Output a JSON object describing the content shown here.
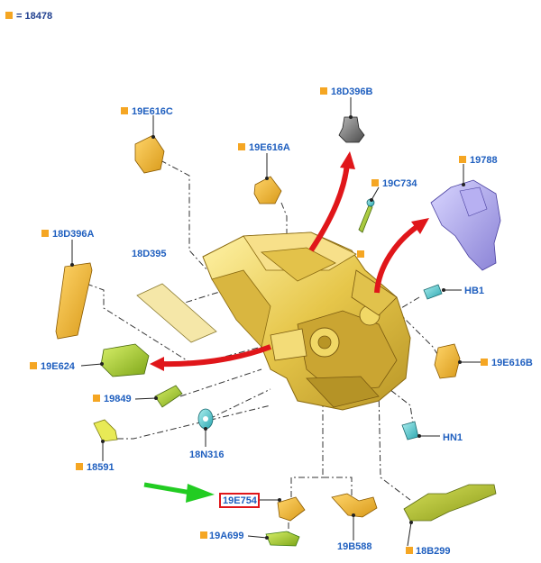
{
  "legend": {
    "marker_color": "#f5a623",
    "text": "= 18478"
  },
  "colors": {
    "label": "#1f5fbf",
    "part_yellow": "#e8c84a",
    "arrow_red": "#e0161a",
    "arrow_green": "#22cc22",
    "highlight_box": "#e0161a"
  },
  "callouts": [
    {
      "id": "18D396B",
      "label": "18D396B",
      "marked": true
    },
    {
      "id": "19E616C",
      "label": "19E616C",
      "marked": true
    },
    {
      "id": "19E616A",
      "label": "19E616A",
      "marked": true
    },
    {
      "id": "19C734",
      "label": "19C734",
      "marked": true
    },
    {
      "id": "19788",
      "label": "19788",
      "marked": true
    },
    {
      "id": "18D396A",
      "label": "18D396A",
      "marked": true
    },
    {
      "id": "18D395",
      "label": "18D395",
      "marked": false
    },
    {
      "id": "HB1",
      "label": "HB1",
      "marked": false
    },
    {
      "id": "19E624",
      "label": "19E624",
      "marked": true
    },
    {
      "id": "19E616B",
      "label": "19E616B",
      "marked": true
    },
    {
      "id": "19849",
      "label": "19849",
      "marked": true
    },
    {
      "id": "18N316",
      "label": "18N316",
      "marked": false
    },
    {
      "id": "HN1",
      "label": "HN1",
      "marked": false
    },
    {
      "id": "18591",
      "label": "18591",
      "marked": true
    },
    {
      "id": "19E754",
      "label": "19E754",
      "marked": false,
      "highlighted": true
    },
    {
      "id": "19A699",
      "label": "19A699",
      "marked": true
    },
    {
      "id": "19B588",
      "label": "19B588",
      "marked": false
    },
    {
      "id": "18B299",
      "label": "18B299",
      "marked": true
    }
  ]
}
